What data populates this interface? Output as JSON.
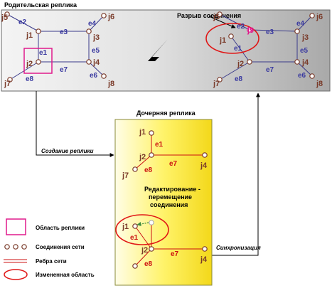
{
  "titles": {
    "parent": "Родительская реплика",
    "child": "Дочерняя реплика",
    "break": "Разрыв соединения",
    "edit_line1": "Редактирование -",
    "edit_line2": "перемещение",
    "edit_line3": "соединения"
  },
  "arrows": {
    "create": "Создание реплики",
    "sync": "Синхронизация"
  },
  "legend": {
    "area": "Область реплики",
    "junctions": "Соединения сети",
    "edges": "Ребра сети",
    "changed": "Измененная область"
  },
  "labels": {
    "j1": "j1",
    "j2": "j2",
    "j3": "j3",
    "j4": "j4",
    "j5": "j5",
    "j6": "j6",
    "j7": "j7",
    "j8": "j8",
    "j9": "j9",
    "e1": "e1",
    "e2": "e2",
    "e3": "e3",
    "e4": "e4",
    "e5": "e5",
    "e6": "e6",
    "e7": "e7",
    "e8": "e8"
  },
  "colors": {
    "junction_label": "#7a3b2a",
    "edge_label_blue": "#3a3aa0",
    "edge_red": "#cc1111",
    "network_line": "#3a3a8a",
    "highlight_pink": "#e01a8c"
  }
}
